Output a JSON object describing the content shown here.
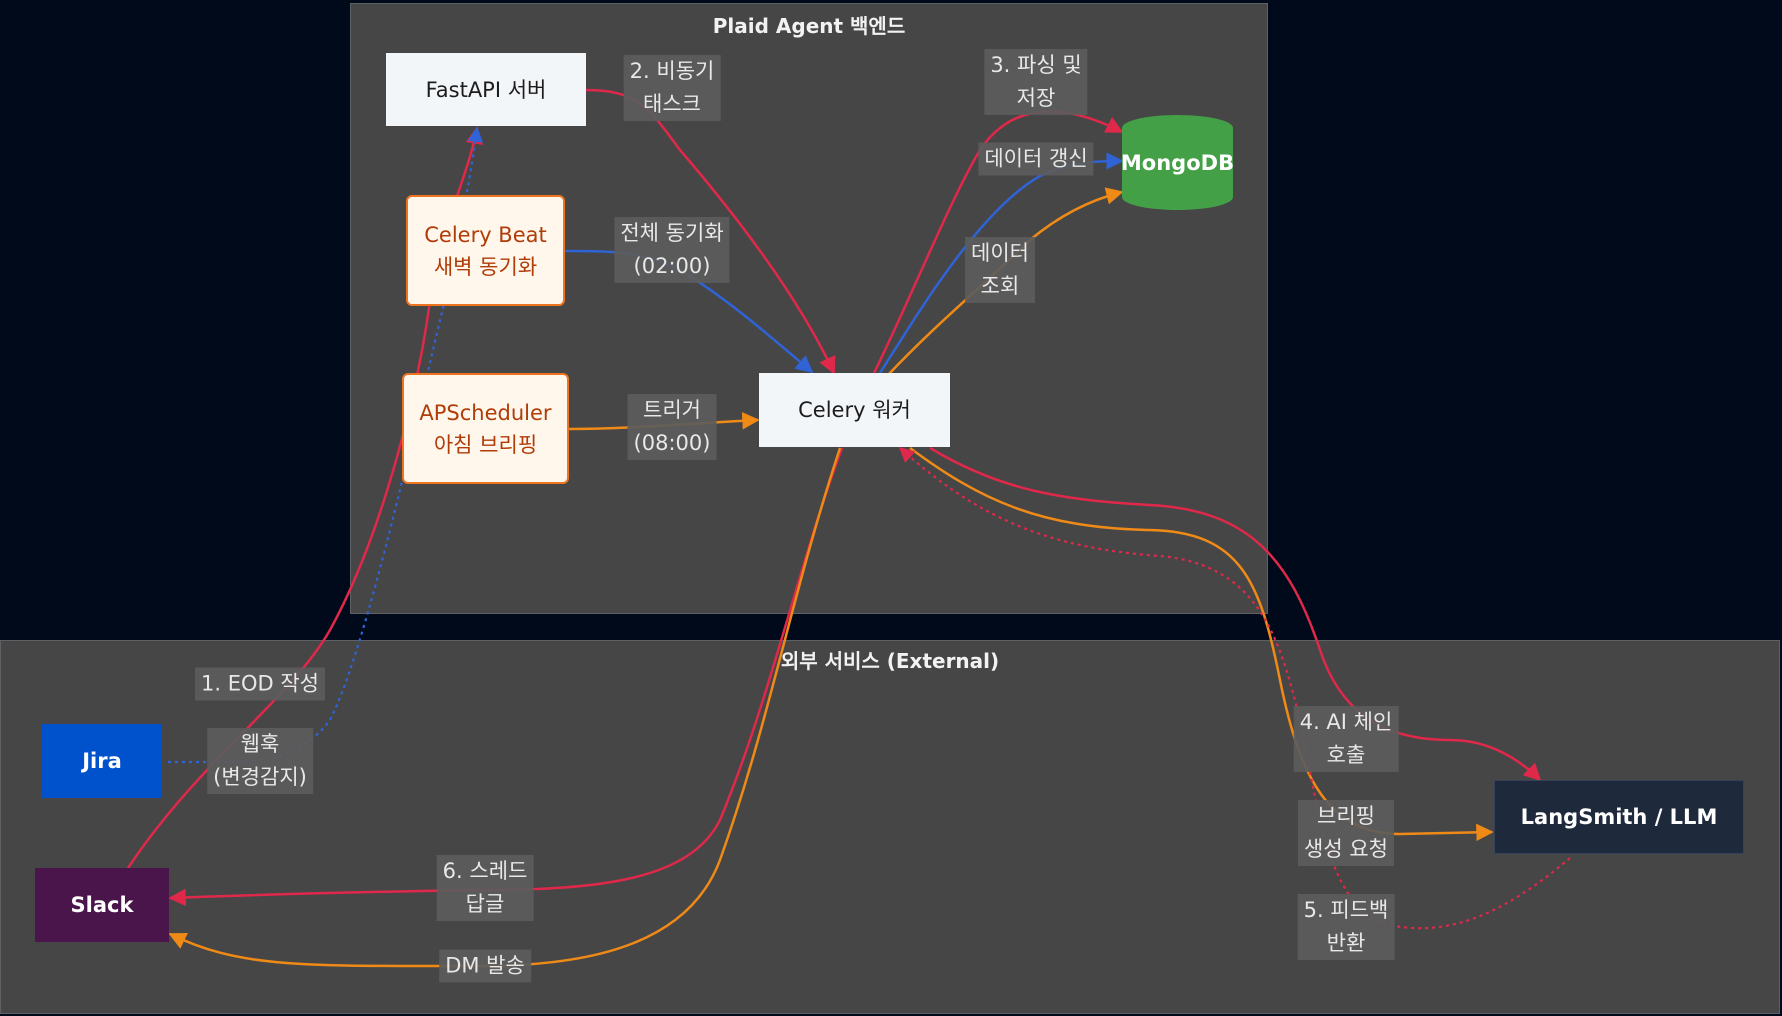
{
  "clusters": {
    "backend": {
      "title": "Plaid Agent 백엔드"
    },
    "external": {
      "title": "외부 서비스 (External)"
    }
  },
  "nodes": {
    "fastapi": {
      "label": "FastAPI 서버"
    },
    "celery_beat": {
      "line1": "Celery Beat",
      "line2": "새벽 동기화"
    },
    "apscheduler": {
      "line1": "APScheduler",
      "line2": "아침 브리핑"
    },
    "celery_worker": {
      "label": "Celery 워커"
    },
    "mongodb": {
      "label": "MongoDB"
    },
    "jira": {
      "label": "Jira"
    },
    "slack": {
      "label": "Slack"
    },
    "llm": {
      "label": "LangSmith / LLM"
    }
  },
  "edge_labels": {
    "async_task": {
      "line1": "2. 비동기",
      "line2": "태스크"
    },
    "parse_store": {
      "line1": "3. 파싱 및",
      "line2": "저장"
    },
    "data_update": {
      "line1": "데이터 갱신"
    },
    "full_sync": {
      "line1": "전체 동기화",
      "line2": "(02:00)"
    },
    "data_query": {
      "line1": "데이터",
      "line2": "조회"
    },
    "trigger": {
      "line1": "트리거",
      "line2": "(08:00)"
    },
    "eod": {
      "line1": "1. EOD 작성"
    },
    "webhook": {
      "line1": "웹훅",
      "line2": "(변경감지)"
    },
    "ai_chain": {
      "line1": "4. AI 체인",
      "line2": "호출"
    },
    "briefing_request": {
      "line1": "브리핑",
      "line2": "생성 요청"
    },
    "feedback": {
      "line1": "5. 피드백",
      "line2": "반환"
    },
    "thread_reply": {
      "line1": "6. 스레드",
      "line2": "답글"
    },
    "dm_send": {
      "line1": "DM 발송"
    }
  },
  "colors": {
    "red": "#e0284a",
    "blue": "#2f63d6",
    "orange": "#ef8a17"
  }
}
